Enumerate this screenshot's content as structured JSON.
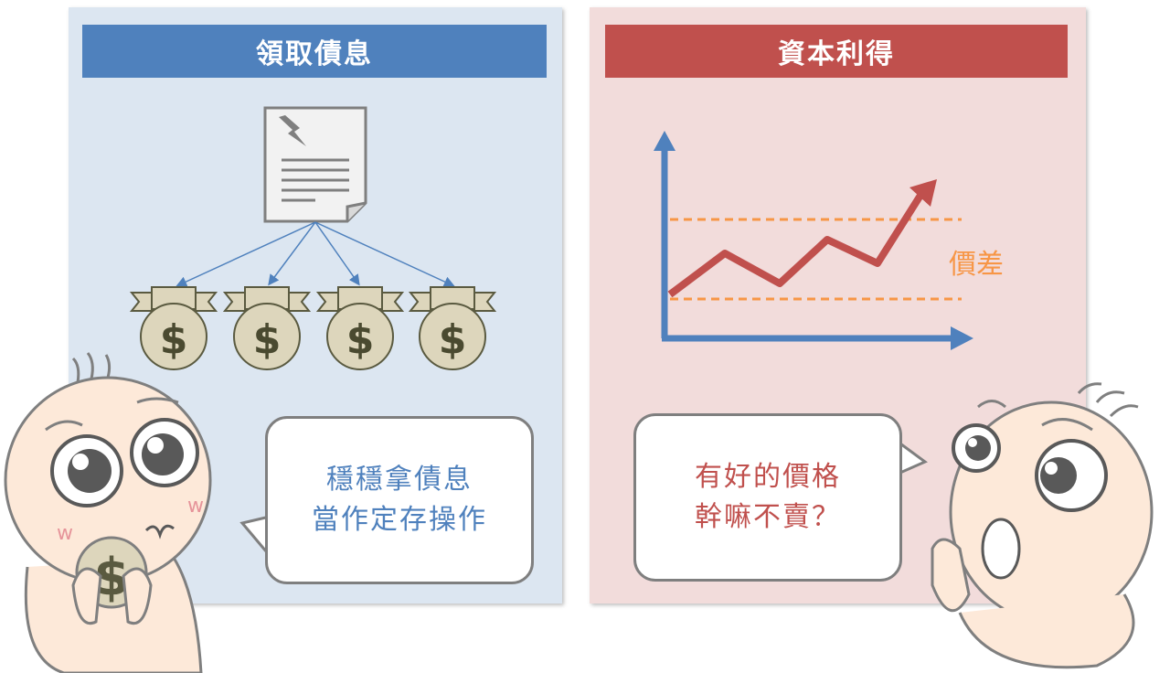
{
  "left_panel": {
    "title": "領取債息",
    "bubble_lines": [
      "穩穩拿債息",
      "當作定存操作"
    ],
    "bag_symbol": "$",
    "colors": {
      "header": "#4f81bd",
      "background": "#dce6f1"
    }
  },
  "right_panel": {
    "title": "資本利得",
    "bubble_lines": [
      "有好的價格",
      "幹嘛不賣？"
    ],
    "spread_label": "價差",
    "colors": {
      "header": "#c0504d",
      "background": "#f2dcdb",
      "trend": "#c0504d",
      "spread": "#f79646"
    }
  }
}
